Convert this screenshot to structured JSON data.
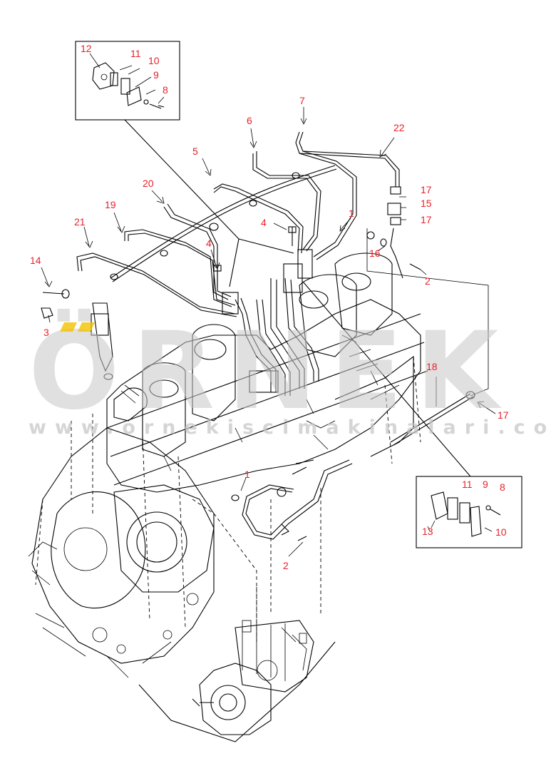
{
  "watermark": {
    "brand": "ÖRNEK",
    "url": "www.ornekiscimakinalari.com.tr",
    "accent_color": "#f2c200"
  },
  "callouts": [
    {
      "id": "c12a",
      "text": "12"
    },
    {
      "id": "c11a",
      "text": "11"
    },
    {
      "id": "c10a",
      "text": "10"
    },
    {
      "id": "c9a",
      "text": "9"
    },
    {
      "id": "c8a",
      "text": "8"
    },
    {
      "id": "c7",
      "text": "7"
    },
    {
      "id": "c6",
      "text": "6"
    },
    {
      "id": "c5",
      "text": "5"
    },
    {
      "id": "c22",
      "text": "22"
    },
    {
      "id": "c20",
      "text": "20"
    },
    {
      "id": "c19",
      "text": "19"
    },
    {
      "id": "c21",
      "text": "21"
    },
    {
      "id": "c4a",
      "text": "4"
    },
    {
      "id": "c4b",
      "text": "4"
    },
    {
      "id": "c1a",
      "text": "1"
    },
    {
      "id": "c17a",
      "text": "17"
    },
    {
      "id": "c15",
      "text": "15"
    },
    {
      "id": "c17b",
      "text": "17"
    },
    {
      "id": "c16",
      "text": "16"
    },
    {
      "id": "c2a",
      "text": "2"
    },
    {
      "id": "c14",
      "text": "14"
    },
    {
      "id": "c3",
      "text": "3"
    },
    {
      "id": "c18",
      "text": "18"
    },
    {
      "id": "c17c",
      "text": "17"
    },
    {
      "id": "c1b",
      "text": "1"
    },
    {
      "id": "c2b",
      "text": "2"
    },
    {
      "id": "c11b",
      "text": "11"
    },
    {
      "id": "c9b",
      "text": "9"
    },
    {
      "id": "c8b",
      "text": "8"
    },
    {
      "id": "c13",
      "text": "13"
    },
    {
      "id": "c10b",
      "text": "10"
    }
  ]
}
